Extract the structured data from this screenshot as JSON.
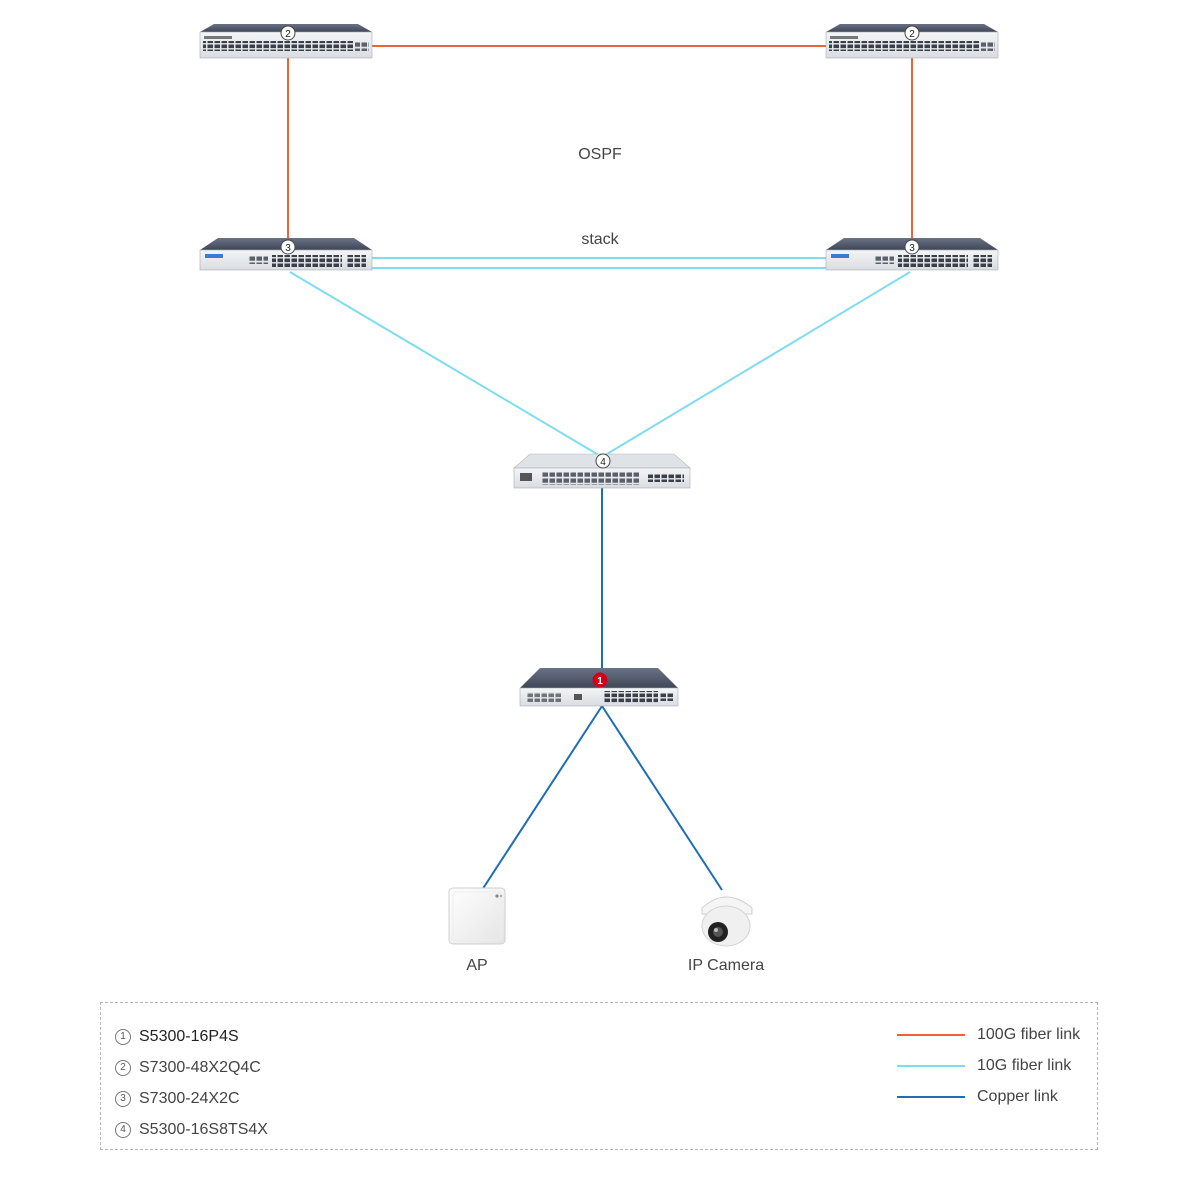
{
  "diagram": {
    "ospf_label": "OSPF",
    "stack_label": "stack",
    "ap_label": "AP",
    "camera_label": "IP Camera"
  },
  "badges": {
    "core": "2",
    "agg": "3",
    "access": "4",
    "edge": "1"
  },
  "legend": {
    "devices": [
      {
        "num": "1",
        "name": "S5300-16P4S"
      },
      {
        "num": "2",
        "name": "S7300-48X2Q4C"
      },
      {
        "num": "3",
        "name": "S7300-24X2C"
      },
      {
        "num": "4",
        "name": "S5300-16S8TS4X"
      }
    ],
    "links": [
      {
        "name": "100G fiber link",
        "color": "#e8643a"
      },
      {
        "name": "10G fiber link",
        "color": "#7fdcf0"
      },
      {
        "name": "Copper link",
        "color": "#1f6db5"
      }
    ]
  },
  "colors": {
    "fiber100g": "#e8643a",
    "fiber10g": "#7fdcf0",
    "copper": "#1f6db5",
    "badge_red": "#d0021b"
  }
}
